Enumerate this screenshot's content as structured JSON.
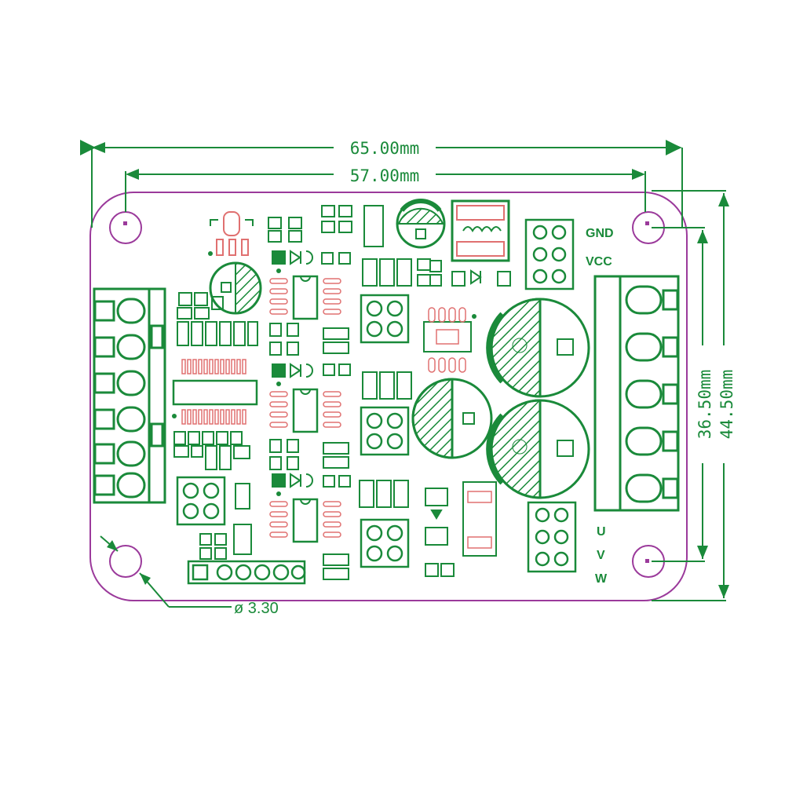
{
  "dimensions": {
    "width_outer": "65.00mm",
    "width_inner": "57.00mm",
    "height_inner": "36.50mm",
    "height_outer": "44.50mm",
    "hole_diameter": "ø 3.30"
  },
  "labels": {
    "gnd": "GND",
    "vcc": "VCC",
    "u": "U",
    "v": "V",
    "w": "W"
  },
  "colors": {
    "outline": "#9b3a9b",
    "silkscreen": "#1a8a3a",
    "pads": "#e07070",
    "background": "#ffffff"
  }
}
